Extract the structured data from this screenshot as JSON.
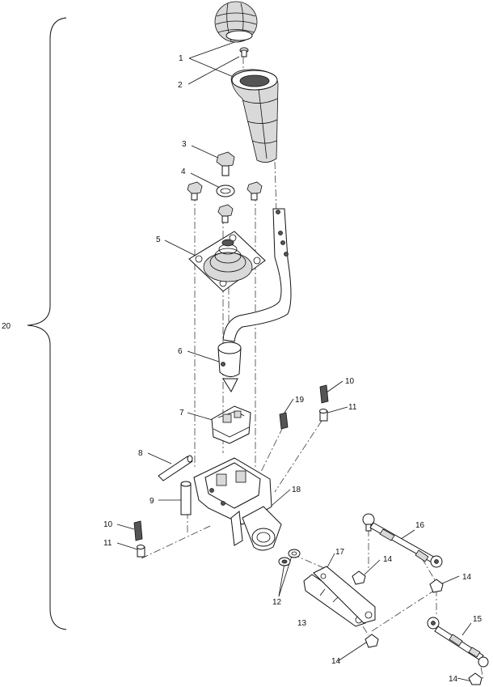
{
  "callouts": {
    "c1": "1",
    "c2": "2",
    "c3": "3",
    "c4": "4",
    "c5": "5",
    "c6": "6",
    "c7": "7",
    "c8": "8",
    "c9": "9",
    "c10a": "10",
    "c10b": "10",
    "c11a": "11",
    "c11b": "11",
    "c12": "12",
    "c13": "13",
    "c14a": "14",
    "c14b": "14",
    "c14c": "14",
    "c14d": "14",
    "c15": "15",
    "c16": "16",
    "c17": "17",
    "c18": "18",
    "c19": "19",
    "c20": "20"
  }
}
